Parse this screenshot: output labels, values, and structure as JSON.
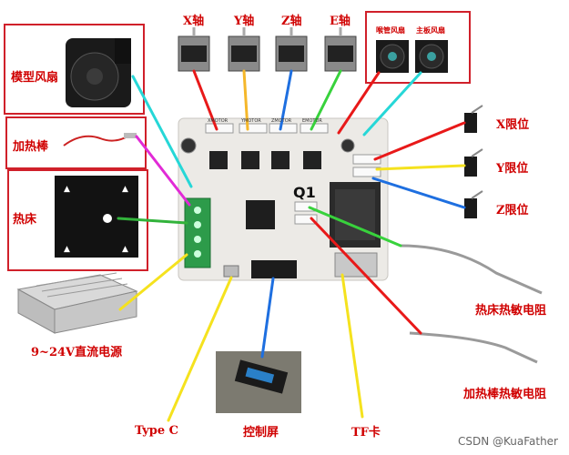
{
  "components": {
    "motor_x": "X轴",
    "motor_y": "Y轴",
    "motor_z": "Z轴",
    "motor_e": "E轴",
    "fan_nozzle": "喉管风扇",
    "fan_board": "主板风扇",
    "model_fan": "模型风扇",
    "heater_rod": "加热棒",
    "heat_bed": "热床",
    "psu": "9~24V直流电源",
    "limit_x": "X限位",
    "limit_y": "Y限位",
    "limit_z": "Z限位",
    "bed_thermistor": "热床热敏电阻",
    "rod_thermistor": "加热棒热敏电阻",
    "type_c": "Type C",
    "display": "控制屏",
    "tf_card": "TF卡"
  },
  "board": {
    "label": "Q1",
    "connector_labels": [
      "XMOTOR",
      "YMOTOR",
      "ZMOTOR",
      "EMOTOR"
    ]
  },
  "watermark": "CSDN @KuaFather"
}
